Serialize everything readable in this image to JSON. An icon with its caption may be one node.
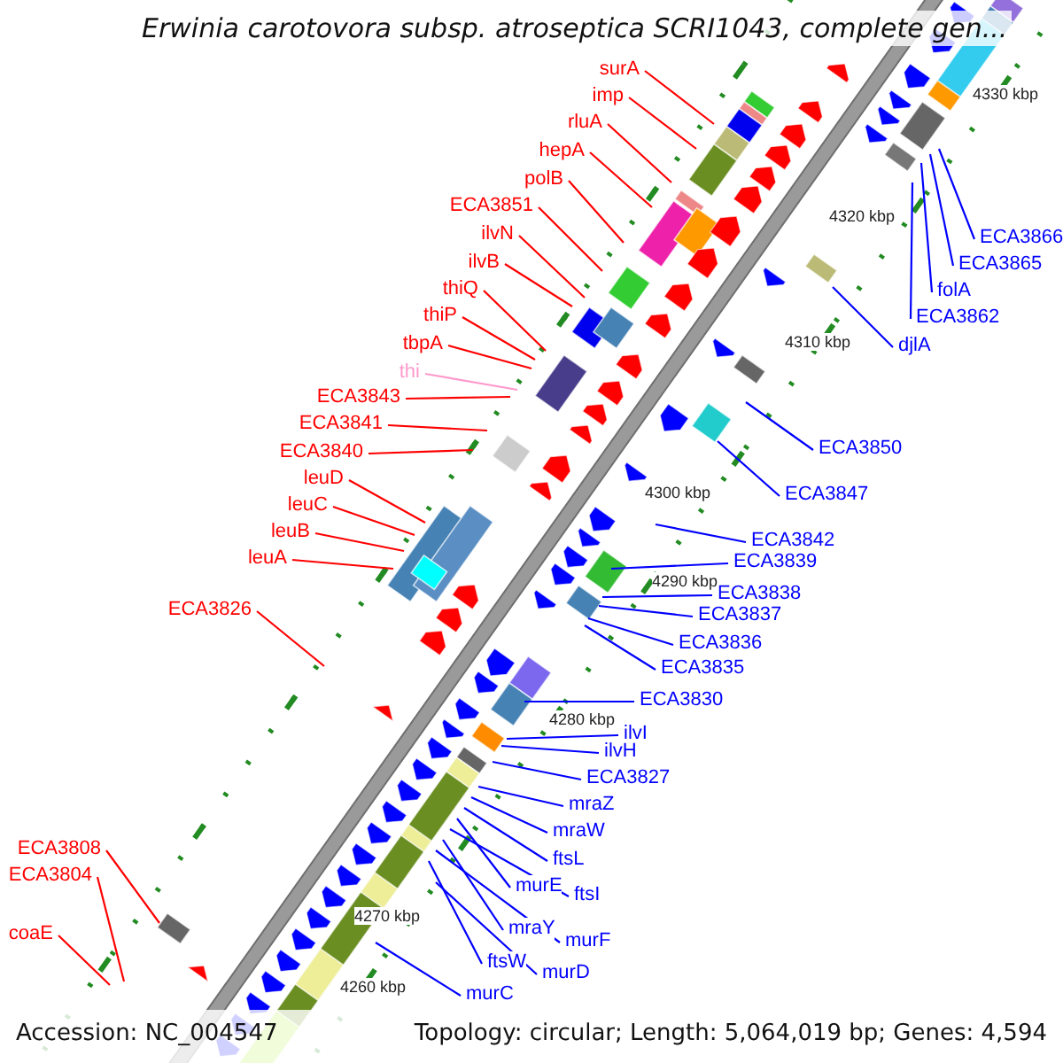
{
  "diagram": {
    "title": "Erwinia carotovora subsp. atroseptica SCRI1043, complete gen...",
    "nodes": [
      {
        "text": [
          "surA"
        ]
      },
      {
        "text": [
          "imp"
        ]
      },
      {
        "text": [
          "rluA"
        ]
      },
      {
        "text": [
          "hepA"
        ]
      },
      {
        "text": [
          "polB"
        ]
      },
      {
        "text": [
          "ECA3851"
        ]
      },
      {
        "text": [
          "ilvN"
        ]
      },
      {
        "text": [
          "ilvB"
        ]
      },
      {
        "text": [
          "thiQ"
        ]
      },
      {
        "text": [
          "thiP"
        ]
      },
      {
        "text": [
          "tbpA"
        ]
      },
      {
        "text": [
          "thi"
        ]
      },
      {
        "text": [
          "ECA3843"
        ]
      },
      {
        "text": [
          "ECA3841"
        ]
      },
      {
        "text": [
          "ECA3840"
        ]
      },
      {
        "text": [
          "leuD"
        ]
      },
      {
        "text": [
          "leuC"
        ]
      },
      {
        "text": [
          "leuB"
        ]
      },
      {
        "text": [
          "leuA"
        ]
      },
      {
        "text": [
          "ECA3826"
        ]
      },
      {
        "text": [
          "ECA3808"
        ]
      },
      {
        "text": [
          "ECA3804"
        ]
      },
      {
        "text": [
          "coaE"
        ]
      },
      {
        "text": [
          "ECA3866"
        ]
      },
      {
        "text": [
          "ECA3865"
        ]
      },
      {
        "text": [
          "folA"
        ]
      },
      {
        "text": [
          "ECA3862"
        ]
      },
      {
        "text": [
          "djlA"
        ]
      },
      {
        "text": [
          "ECA3850"
        ]
      },
      {
        "text": [
          "ECA3847"
        ]
      },
      {
        "text": [
          "ECA3842"
        ]
      },
      {
        "text": [
          "ECA3839"
        ]
      },
      {
        "text": [
          "ECA3838"
        ]
      },
      {
        "text": [
          "ECA3837"
        ]
      },
      {
        "text": [
          "ECA3836"
        ]
      },
      {
        "text": [
          "ECA3835"
        ]
      },
      {
        "text": [
          "ECA3830"
        ]
      },
      {
        "text": [
          "ilvI"
        ]
      },
      {
        "text": [
          "ilvH"
        ]
      },
      {
        "text": [
          "ECA3827"
        ]
      },
      {
        "text": [
          "mraZ"
        ]
      },
      {
        "text": [
          "mraW"
        ]
      },
      {
        "text": [
          "ftsL"
        ]
      },
      {
        "text": [
          "murE"
        ]
      },
      {
        "text": [
          "ftsI"
        ]
      },
      {
        "text": [
          "mraY"
        ]
      },
      {
        "text": [
          "murF"
        ]
      },
      {
        "text": [
          "ftsW"
        ]
      },
      {
        "text": [
          "murD"
        ]
      },
      {
        "text": [
          "murC"
        ]
      }
    ],
    "edges": [
      {
        "from": 0,
        "to": null,
        "arrow": "none",
        "color": "#ff0000"
      },
      {
        "from": 1,
        "to": null,
        "arrow": "none",
        "color": "#ff0000"
      },
      {
        "from": 2,
        "to": null,
        "arrow": "none",
        "color": "#ff0000"
      },
      {
        "from": 3,
        "to": null,
        "arrow": "none",
        "color": "#ff0000"
      },
      {
        "from": 4,
        "to": null,
        "arrow": "none",
        "color": "#ff0000"
      },
      {
        "from": 5,
        "to": null,
        "arrow": "none",
        "color": "#ff0000"
      },
      {
        "from": 6,
        "to": null,
        "arrow": "none",
        "color": "#ff0000"
      },
      {
        "from": 7,
        "to": null,
        "arrow": "none",
        "color": "#ff0000"
      },
      {
        "from": 8,
        "to": null,
        "arrow": "none",
        "color": "#ff0000"
      },
      {
        "from": 9,
        "to": null,
        "arrow": "none",
        "color": "#ff0000"
      },
      {
        "from": 10,
        "to": null,
        "arrow": "none",
        "color": "#ff0000"
      },
      {
        "from": 11,
        "to": null,
        "arrow": "none",
        "color": "#ff99cc"
      },
      {
        "from": 12,
        "to": null,
        "arrow": "none",
        "color": "#ff0000"
      },
      {
        "from": 13,
        "to": null,
        "arrow": "none",
        "color": "#ff0000"
      },
      {
        "from": 14,
        "to": null,
        "arrow": "none",
        "color": "#ff0000"
      },
      {
        "from": 15,
        "to": null,
        "arrow": "none",
        "color": "#ff0000"
      },
      {
        "from": 16,
        "to": null,
        "arrow": "none",
        "color": "#ff0000"
      },
      {
        "from": 17,
        "to": null,
        "arrow": "none",
        "color": "#ff0000"
      },
      {
        "from": 18,
        "to": null,
        "arrow": "none",
        "color": "#ff0000"
      },
      {
        "from": 19,
        "to": null,
        "arrow": "none",
        "color": "#ff0000"
      },
      {
        "from": 20,
        "to": null,
        "arrow": "none",
        "color": "#ff0000"
      },
      {
        "from": 21,
        "to": null,
        "arrow": "none",
        "color": "#ff0000"
      },
      {
        "from": 22,
        "to": null,
        "arrow": "none",
        "color": "#ff0000"
      },
      {
        "from": 23,
        "to": null,
        "arrow": "none",
        "color": "#0000ff"
      },
      {
        "from": 24,
        "to": null,
        "arrow": "none",
        "color": "#0000ff"
      },
      {
        "from": 25,
        "to": null,
        "arrow": "none",
        "color": "#0000ff"
      },
      {
        "from": 26,
        "to": null,
        "arrow": "none",
        "color": "#0000ff"
      },
      {
        "from": 27,
        "to": null,
        "arrow": "none",
        "color": "#0000ff"
      },
      {
        "from": 28,
        "to": null,
        "arrow": "none",
        "color": "#0000ff"
      },
      {
        "from": 29,
        "to": null,
        "arrow": "none",
        "color": "#0000ff"
      },
      {
        "from": 30,
        "to": null,
        "arrow": "none",
        "color": "#0000ff"
      },
      {
        "from": 31,
        "to": null,
        "arrow": "none",
        "color": "#0000ff"
      },
      {
        "from": 32,
        "to": null,
        "arrow": "none",
        "color": "#0000ff"
      },
      {
        "from": 33,
        "to": null,
        "arrow": "none",
        "color": "#0000ff"
      },
      {
        "from": 34,
        "to": null,
        "arrow": "none",
        "color": "#0000ff"
      },
      {
        "from": 35,
        "to": null,
        "arrow": "none",
        "color": "#0000ff"
      },
      {
        "from": 36,
        "to": null,
        "arrow": "none",
        "color": "#0000ff"
      },
      {
        "from": 37,
        "to": null,
        "arrow": "none",
        "color": "#0000ff"
      },
      {
        "from": 38,
        "to": null,
        "arrow": "none",
        "color": "#0000ff"
      },
      {
        "from": 39,
        "to": null,
        "arrow": "none",
        "color": "#0000ff"
      },
      {
        "from": 40,
        "to": null,
        "arrow": "none",
        "color": "#0000ff"
      },
      {
        "from": 41,
        "to": null,
        "arrow": "none",
        "color": "#0000ff"
      },
      {
        "from": 42,
        "to": null,
        "arrow": "none",
        "color": "#0000ff"
      },
      {
        "from": 43,
        "to": null,
        "arrow": "none",
        "color": "#0000ff"
      },
      {
        "from": 44,
        "to": null,
        "arrow": "none",
        "color": "#0000ff"
      },
      {
        "from": 45,
        "to": null,
        "arrow": "none",
        "color": "#0000ff"
      },
      {
        "from": 46,
        "to": null,
        "arrow": "none",
        "color": "#0000ff"
      },
      {
        "from": 47,
        "to": null,
        "arrow": "none",
        "color": "#0000ff"
      },
      {
        "from": 48,
        "to": null,
        "arrow": "none",
        "color": "#0000ff"
      },
      {
        "from": 49,
        "to": null,
        "arrow": "none",
        "color": "#0000ff"
      }
    ],
    "labels": [
      "4330 kbp",
      "4320 kbp",
      "4310 kbp",
      "4300 kbp",
      "4290 kbp",
      "4280 kbp",
      "4270 kbp",
      "4260 kbp",
      "Accession: NC_004547",
      "Topology: circular; Length: 5,064,019 bp; Genes: 4,594"
    ]
  }
}
